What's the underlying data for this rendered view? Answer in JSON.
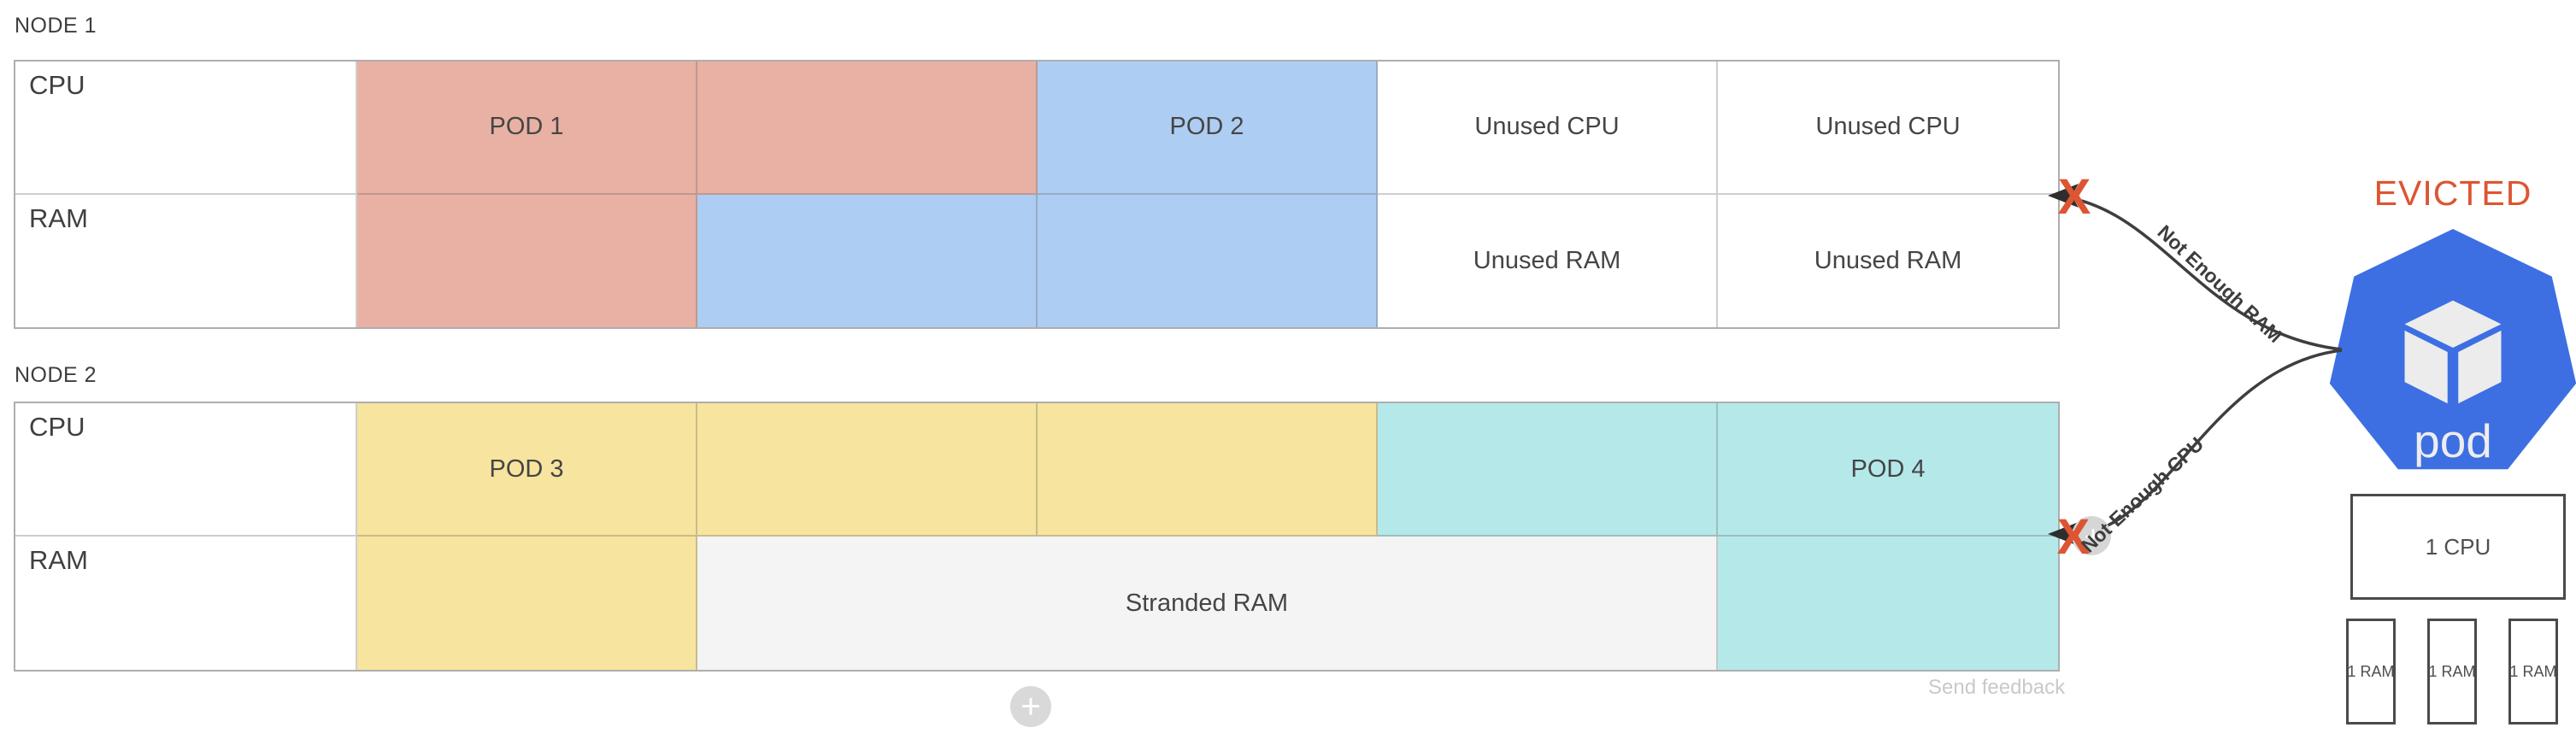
{
  "nodes": [
    {
      "label": "NODE 1",
      "rows": [
        {
          "header": "CPU",
          "cells": [
            {
              "text": "POD 1",
              "color": "pod1",
              "span": 1
            },
            {
              "text": "",
              "color": "pod1",
              "span": 1
            },
            {
              "text": "POD 2",
              "color": "pod2",
              "span": 1
            },
            {
              "text": "Unused CPU",
              "color": "white",
              "span": 1
            },
            {
              "text": "Unused CPU",
              "color": "white",
              "span": 1
            }
          ]
        },
        {
          "header": "RAM",
          "cells": [
            {
              "text": "",
              "color": "pod1",
              "span": 1
            },
            {
              "text": "",
              "color": "pod2",
              "span": 1
            },
            {
              "text": "",
              "color": "pod2",
              "span": 1
            },
            {
              "text": "Unused RAM",
              "color": "white",
              "span": 1
            },
            {
              "text": "Unused RAM",
              "color": "white",
              "span": 1
            }
          ]
        }
      ]
    },
    {
      "label": "NODE 2",
      "rows": [
        {
          "header": "CPU",
          "cells": [
            {
              "text": "POD 3",
              "color": "pod3",
              "span": 1
            },
            {
              "text": "",
              "color": "pod3",
              "span": 1
            },
            {
              "text": "",
              "color": "pod3",
              "span": 1
            },
            {
              "text": "",
              "color": "pod4",
              "span": 1
            },
            {
              "text": "POD 4",
              "color": "pod4",
              "span": 1
            }
          ]
        },
        {
          "header": "RAM",
          "cells": [
            {
              "text": "",
              "color": "pod3",
              "span": 1
            },
            {
              "text": "Stranded RAM",
              "color": "stranded",
              "span": 3
            },
            {
              "text": "",
              "color": "pod4",
              "span": 1
            }
          ]
        }
      ]
    }
  ],
  "arrows": [
    {
      "label": "Not Enough RAM"
    },
    {
      "label": "Not Enough CPU"
    }
  ],
  "evicted": {
    "title": "EVICTED",
    "pod_label": "pod",
    "cpu_box": "1 CPU",
    "ram_boxes": [
      "1 RAM",
      "1 RAM",
      "1 RAM"
    ]
  },
  "icons": {
    "x_mark": "X",
    "plus": "+",
    "pod_hexagon": "kubernetes-pod-heptagon",
    "cube": "pod-cube"
  },
  "footer": {
    "feedback": "Send feedback"
  },
  "colors": {
    "pod1": "#e8b1a3",
    "pod2": "#aecdf2",
    "pod3": "#f7e49e",
    "pod4": "#b5e8e9",
    "stranded": "#f4f4f4",
    "alert": "#dd5532",
    "kubernetes_blue": "#3d6fe3",
    "arrow": "#3e3e3e"
  }
}
